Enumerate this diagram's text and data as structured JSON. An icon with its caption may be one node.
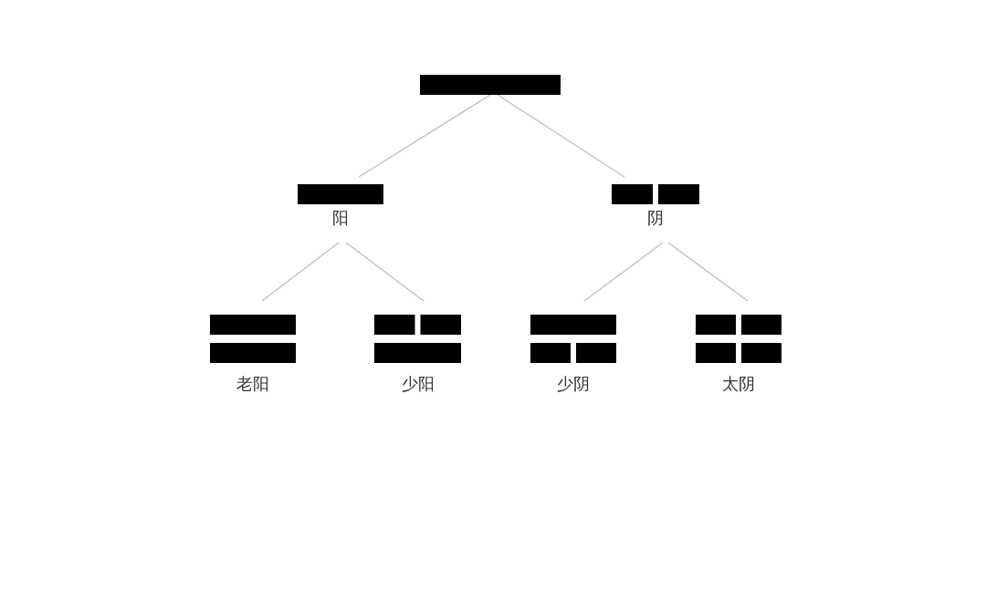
{
  "diagram": {
    "nodes": [
      {
        "text": [],
        "shape": "bar"
      },
      {
        "text": [
          "阳"
        ]
      },
      {
        "text": [
          "阴"
        ]
      },
      {
        "text": [
          "老阳"
        ]
      },
      {
        "text": [
          "少阳"
        ]
      },
      {
        "text": [
          "少阴"
        ]
      },
      {
        "text": [
          "太阴"
        ]
      }
    ],
    "edges": [
      {
        "from": 0,
        "to": 1,
        "arrow": "none"
      },
      {
        "from": 0,
        "to": 2,
        "arrow": "none"
      },
      {
        "from": 1,
        "to": 3,
        "arrow": "none"
      },
      {
        "from": 1,
        "to": 4,
        "arrow": "none"
      },
      {
        "from": 2,
        "to": 5,
        "arrow": "none"
      },
      {
        "from": 2,
        "to": 6,
        "arrow": "none"
      }
    ]
  }
}
